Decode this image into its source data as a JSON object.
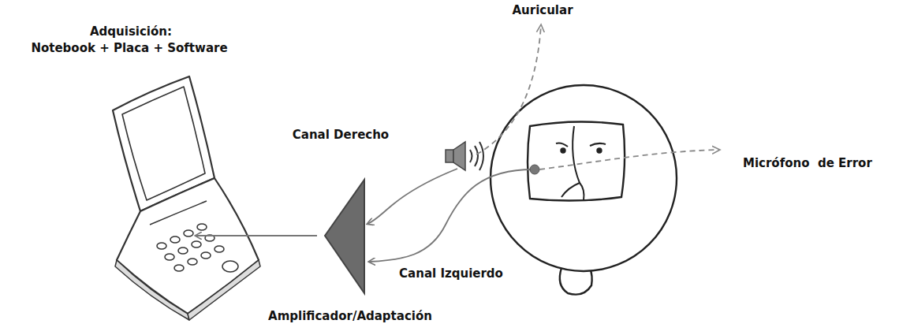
{
  "diagram": {
    "labels": [
      "Auricular",
      "Adquisición:",
      "Notebook + Placa + Software",
      "Canal Derecho",
      "Micrófono  de Error",
      "Canal Izquierdo",
      "Amplificador/Adaptación"
    ]
  }
}
